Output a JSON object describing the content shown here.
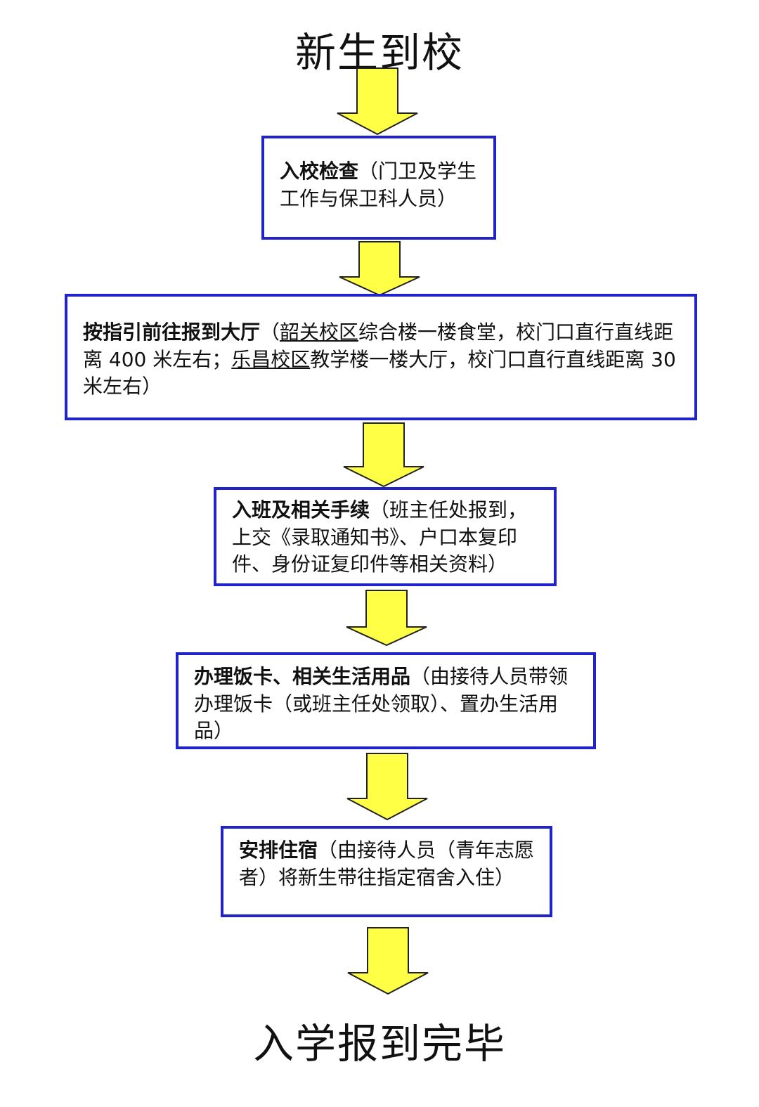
{
  "start_title": "新生到校",
  "end_title": "入学报到完毕",
  "arrow_color": "#ffff45",
  "box_border_color": "#1f23c8",
  "steps": [
    {
      "bold": "入校检查",
      "text": "（门卫及学生工作与保卫科人员）"
    },
    {
      "bold": "按指引前往报到大厅",
      "text_pre": "（",
      "link1": "韶关校区",
      "text_mid1": "综合楼一楼食堂，校门口直行直线距离 400 米左右；",
      "link2": "乐昌校区",
      "text_mid2": "教学楼一楼大厅，校门口直行直线距离 30 米左右）"
    },
    {
      "bold": "入班及相关手续",
      "text": "（班主任处报到，上交《录取通知书》、户口本复印件、身份证复印件等相关资料）"
    },
    {
      "bold": "办理饭卡、相关生活用品",
      "text": "（由接待人员带领办理饭卡（或班主任处领取）、置办生活用品）"
    },
    {
      "bold": "安排住宿",
      "text": "（由接待人员（青年志愿者）将新生带往指定宿舍入住）"
    }
  ]
}
